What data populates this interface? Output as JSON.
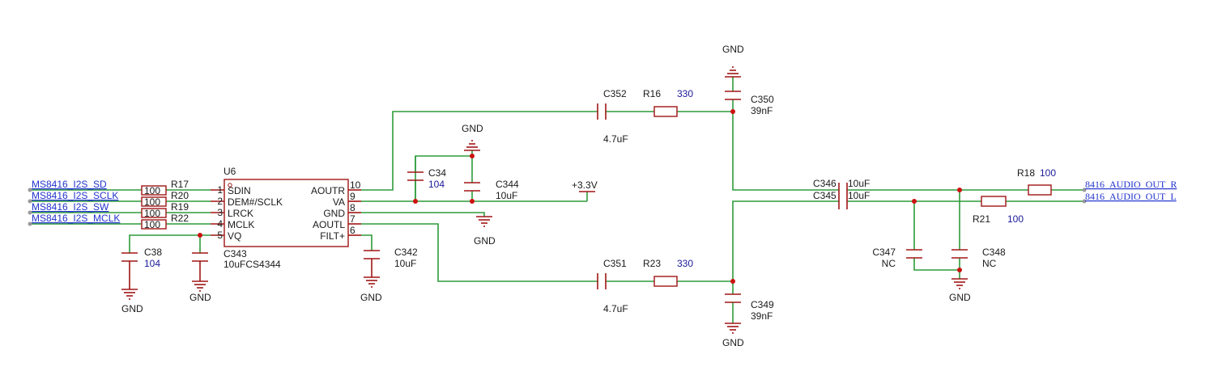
{
  "nets": {
    "sd": "MS8416_I2S_SD",
    "sclk": "MS8416_I2S_SCLK",
    "sw": "MS8416_I2S_SW",
    "mclk": "MS8416_I2S_MCLK",
    "out_r": "8416_AUDIO_OUT_R",
    "out_l": "8416_AUDIO_OUT_L",
    "vcc": "+3.3V",
    "gnd": "GND"
  },
  "ic": {
    "ref": "U6",
    "ref2": "C343",
    "value": "10uFCS4344",
    "pins_left": [
      {
        "num": "1",
        "name": "SDIN"
      },
      {
        "num": "2",
        "name": "DEM#/SCLK"
      },
      {
        "num": "3",
        "name": "LRCK"
      },
      {
        "num": "4",
        "name": "MCLK"
      },
      {
        "num": "5",
        "name": "VQ"
      }
    ],
    "pins_right": [
      {
        "num": "10",
        "name": "AOUTR"
      },
      {
        "num": "9",
        "name": "VA"
      },
      {
        "num": "8",
        "name": "GND"
      },
      {
        "num": "7",
        "name": "AOUTL"
      },
      {
        "num": "6",
        "name": "FILT+"
      }
    ]
  },
  "input_resistors": [
    {
      "ref": "R17",
      "value": "100"
    },
    {
      "ref": "R20",
      "value": "100"
    },
    {
      "ref": "R19",
      "value": "100"
    },
    {
      "ref": "R22",
      "value": "100"
    }
  ],
  "components": {
    "c38": {
      "ref": "C38",
      "value": "104"
    },
    "c34": {
      "ref": "C34",
      "value": "104"
    },
    "c344": {
      "ref": "C344",
      "value": "10uF"
    },
    "c342": {
      "ref": "C342",
      "value": "10uF"
    },
    "c352": {
      "ref": "C352",
      "value": "4.7uF"
    },
    "r16": {
      "ref": "R16",
      "value": "330"
    },
    "c350": {
      "ref": "C350",
      "value": "39nF"
    },
    "c351": {
      "ref": "C351",
      "value": "4.7uF"
    },
    "r23": {
      "ref": "R23",
      "value": "330"
    },
    "c349": {
      "ref": "C349",
      "value": "39nF"
    },
    "c346": {
      "ref": "C346",
      "value": "10uF"
    },
    "c345": {
      "ref": "C345",
      "value": "10uF"
    },
    "c347": {
      "ref": "C347",
      "value": "NC"
    },
    "c348": {
      "ref": "C348",
      "value": "NC"
    },
    "r18": {
      "ref": "R18",
      "value": "100"
    },
    "r21": {
      "ref": "R21",
      "value": "100"
    }
  },
  "colors": {
    "wire": "#2e9b3a",
    "part": "#a01515",
    "junction": "#cc1111",
    "net_label": "#2233cc"
  }
}
